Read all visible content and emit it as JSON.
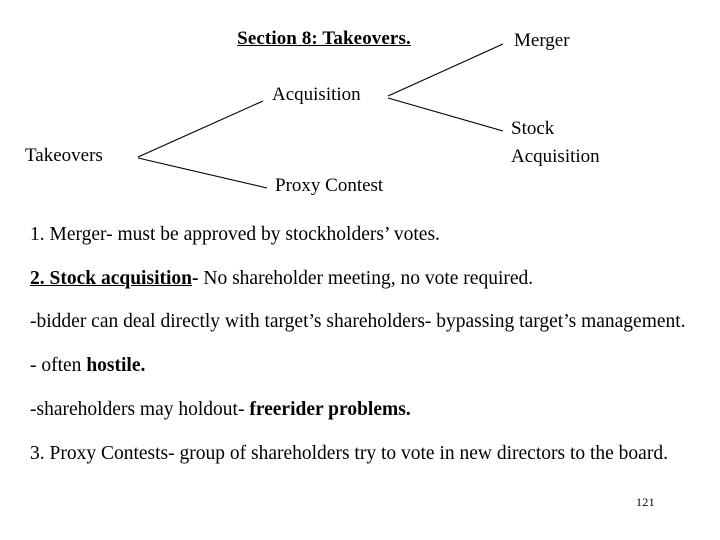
{
  "slide": {
    "title": "Section 8: Takeovers.",
    "page_number": "121",
    "background_color": "#ffffff",
    "text_color": "#000000"
  },
  "diagram": {
    "type": "tree",
    "nodes": {
      "root": "Takeovers",
      "acquisition": "Acquisition",
      "proxy_contest": "Proxy Contest",
      "merger": "Merger",
      "stock_acquisition_line1": "Stock",
      "stock_acquisition_line2": "Acquisition"
    },
    "edges": [
      {
        "from": "Takeovers",
        "to": "Acquisition"
      },
      {
        "from": "Takeovers",
        "to": "Proxy Contest"
      },
      {
        "from": "Acquisition",
        "to": "Merger"
      },
      {
        "from": "Acquisition",
        "to": "Stock Acquisition"
      }
    ]
  },
  "body": {
    "p1": {
      "text": "1. Merger- must be approved by stockholders’ votes."
    },
    "p2": {
      "emphasis": "2. Stock acquisition",
      "dash": "-",
      "rest": " No shareholder meeting, no vote required."
    },
    "p3": {
      "text": "-bidder can deal directly with target’s shareholders- bypassing target’s management."
    },
    "p4": {
      "lead": "- often ",
      "emphasis": "hostile."
    },
    "p5": {
      "lead": "-shareholders may holdout- ",
      "emphasis": "freerider problems."
    },
    "p6": {
      "text": "3. Proxy Contests- group of shareholders try to vote in new directors to the board."
    }
  }
}
